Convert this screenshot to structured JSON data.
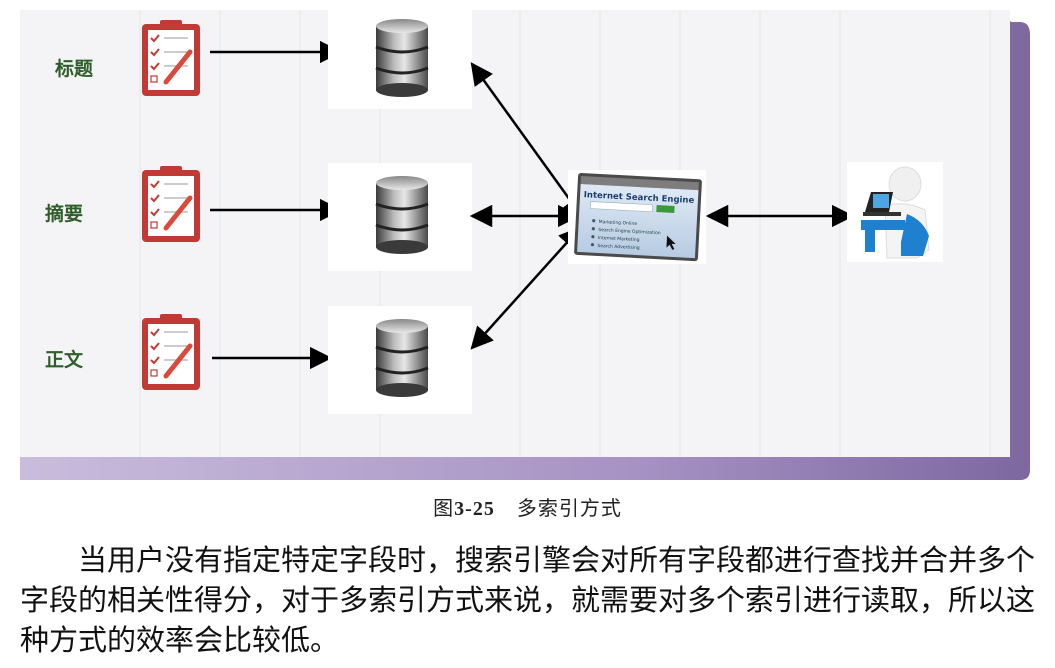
{
  "diagram": {
    "fields": [
      {
        "label": "标题"
      },
      {
        "label": "摘要"
      },
      {
        "label": "正文"
      }
    ],
    "search_engine": {
      "title": "Internet Search Engine",
      "options": [
        "Marketing Online",
        "Search Engine Optimization",
        "Internet Marketing",
        "Search Advertising"
      ]
    },
    "colors": {
      "label_green": "#2e5e2a",
      "frame_purple": "#8d79ad",
      "arrow": "#000000",
      "clipboard_red": "#c23a35",
      "user_blue": "#1e80cf"
    }
  },
  "caption": {
    "number": "3-25",
    "prefix": "图",
    "title": "多索引方式"
  },
  "body": {
    "paragraph": "当用户没有指定特定字段时，搜索引擎会对所有字段都进行查找并合并多个字段的相关性得分，对于多索引方式来说，就需要对多个索引进行读取，所以这种方式的效率会比较低。"
  }
}
